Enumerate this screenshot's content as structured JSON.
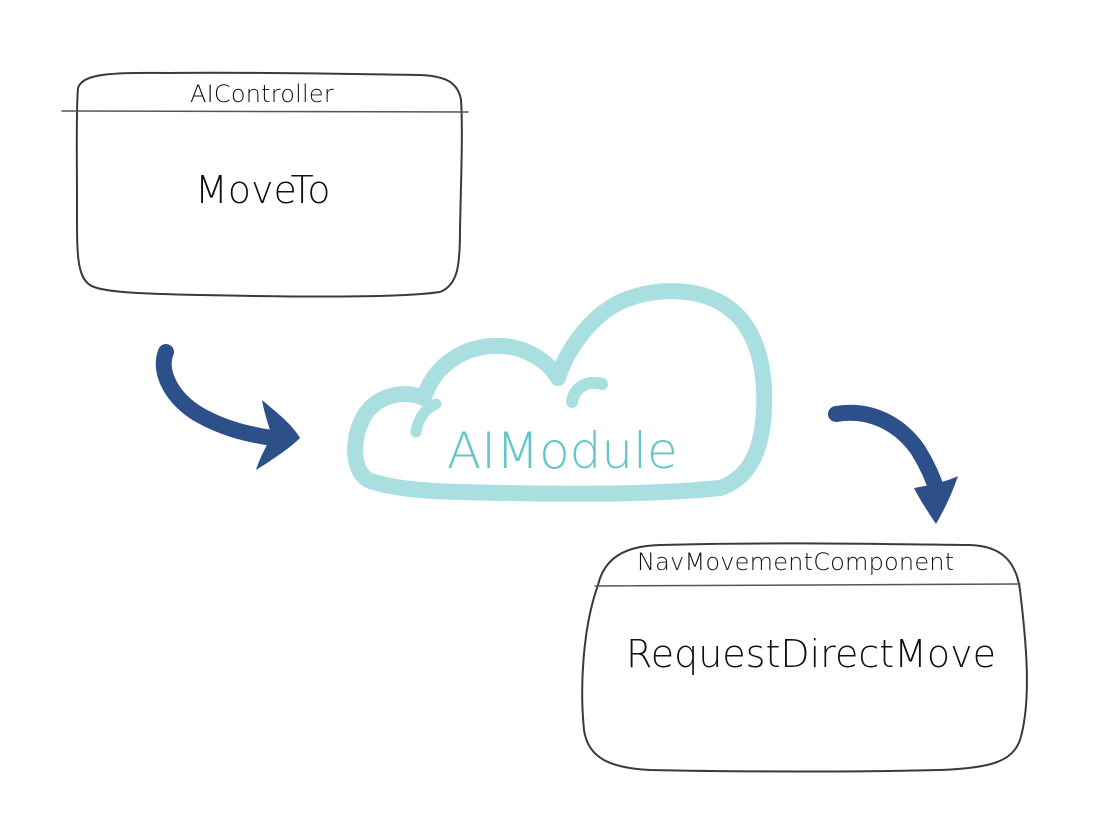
{
  "colors": {
    "box_stroke": "#3a3a3a",
    "cloud": "#a9dfe1",
    "module_text": "#63c5c8",
    "arrow": "#2d508a"
  },
  "ai_controller_box": {
    "header": "AIController",
    "method": "MoveTo"
  },
  "ai_module": {
    "label": "AIModule",
    "shape": "cloud"
  },
  "nav_movement_box": {
    "header": "NavMovementComponent",
    "method": "RequestDirectMove"
  },
  "arrows": [
    {
      "from": "AIController",
      "to": "AIModule"
    },
    {
      "from": "AIModule",
      "to": "NavMovementComponent"
    }
  ]
}
